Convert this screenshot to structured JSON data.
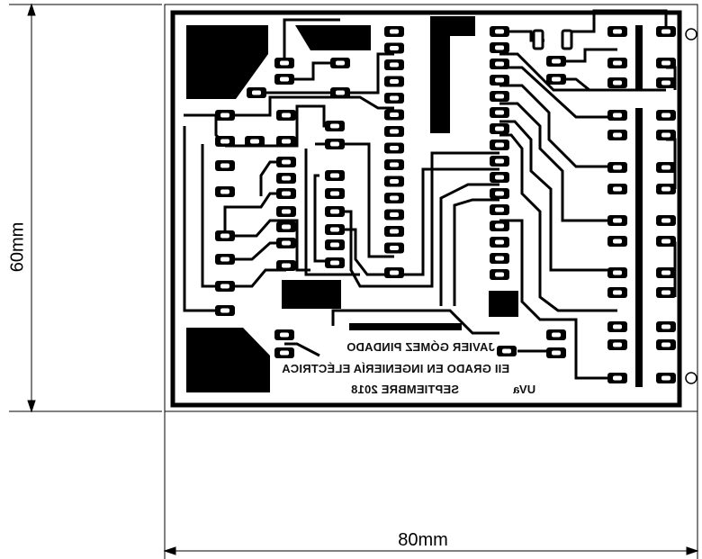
{
  "dimensions": {
    "width_label": "80mm",
    "height_label": "60mm"
  },
  "silkscreen": {
    "line1": "JAVIER GÓMEZ PINDADO",
    "line2": "EII GRADO EN INGENIERÍA ELÉCTRICA",
    "line3": "SEPTIEMBRE 2018",
    "line4": "UVa"
  },
  "colors": {
    "copper": "#000000",
    "board": "#ffffff"
  }
}
